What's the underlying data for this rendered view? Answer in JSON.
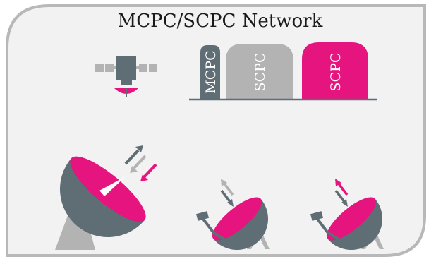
{
  "title": "MCPC/SCPC Network",
  "bands": [
    {
      "label": "MCPC",
      "color": "#5f6d74"
    },
    {
      "label": "SCPC",
      "color": "#b3b3b3"
    },
    {
      "label": "SCPC",
      "color": "#e6147f"
    }
  ],
  "colors": {
    "frame": "#b8b8b8",
    "panel": "#f2f2f2",
    "dark_gray": "#5f6d74",
    "light_gray": "#b3b3b3",
    "magenta": "#e6147f"
  },
  "icons": [
    "satellite-icon",
    "hub-dish-icon",
    "remote-dish-icon",
    "remote-dish-icon"
  ]
}
